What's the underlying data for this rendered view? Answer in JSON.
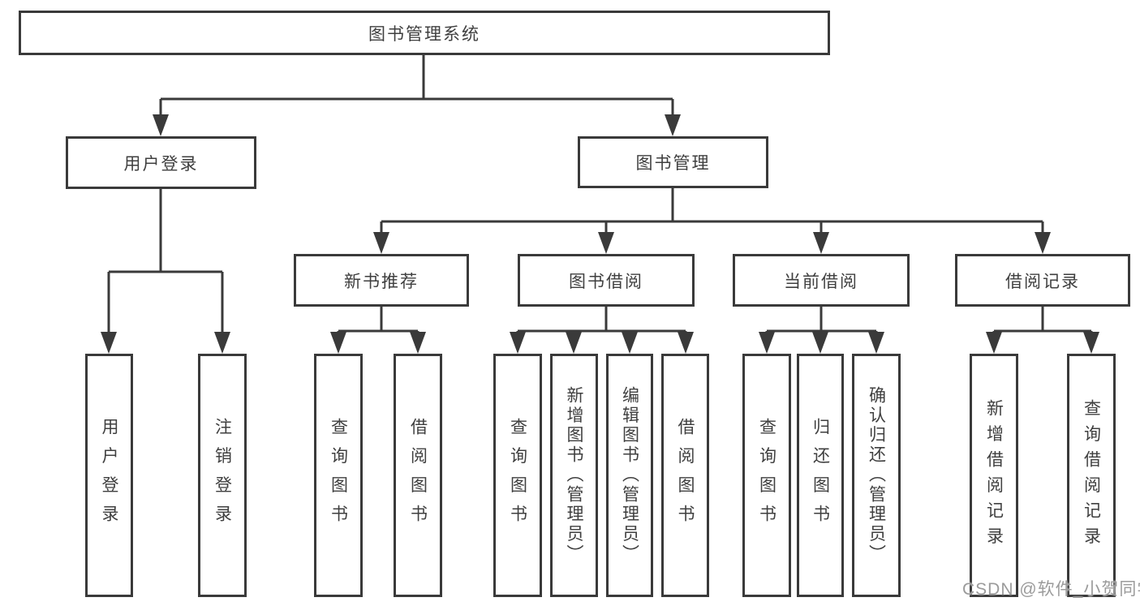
{
  "diagram": {
    "type": "hierarchy-tree",
    "title": "图书管理系统",
    "colors": {
      "background": "#ffffff",
      "box_fill": "#ffffff",
      "box_border": "#3a3a3a",
      "line": "#3a3a3a",
      "text": "#3f3f3f",
      "watermark_text": "#9b9b9b"
    }
  },
  "tree": {
    "root": {
      "label": "图书管理系统",
      "children": [
        {
          "label": "用户登录",
          "children": [
            {
              "label": "用户登录"
            },
            {
              "label": "注销登录"
            }
          ]
        },
        {
          "label": "图书管理",
          "children": [
            {
              "label": "新书推荐",
              "children": [
                {
                  "label": "查询图书"
                },
                {
                  "label": "借阅图书"
                }
              ]
            },
            {
              "label": "图书借阅",
              "children": [
                {
                  "label": "查询图书"
                },
                {
                  "label": "新增图书（管理员）"
                },
                {
                  "label": "编辑图书（管理员）"
                },
                {
                  "label": "借阅图书"
                }
              ]
            },
            {
              "label": "当前借阅",
              "children": [
                {
                  "label": "查询图书"
                },
                {
                  "label": "归还图书"
                },
                {
                  "label": "确认归还（管理员）"
                }
              ]
            },
            {
              "label": "借阅记录",
              "children": [
                {
                  "label": "新增借阅记录"
                },
                {
                  "label": "查询借阅记录"
                }
              ]
            }
          ]
        }
      ]
    }
  },
  "watermark": "CSDN @软件_小贺同学"
}
